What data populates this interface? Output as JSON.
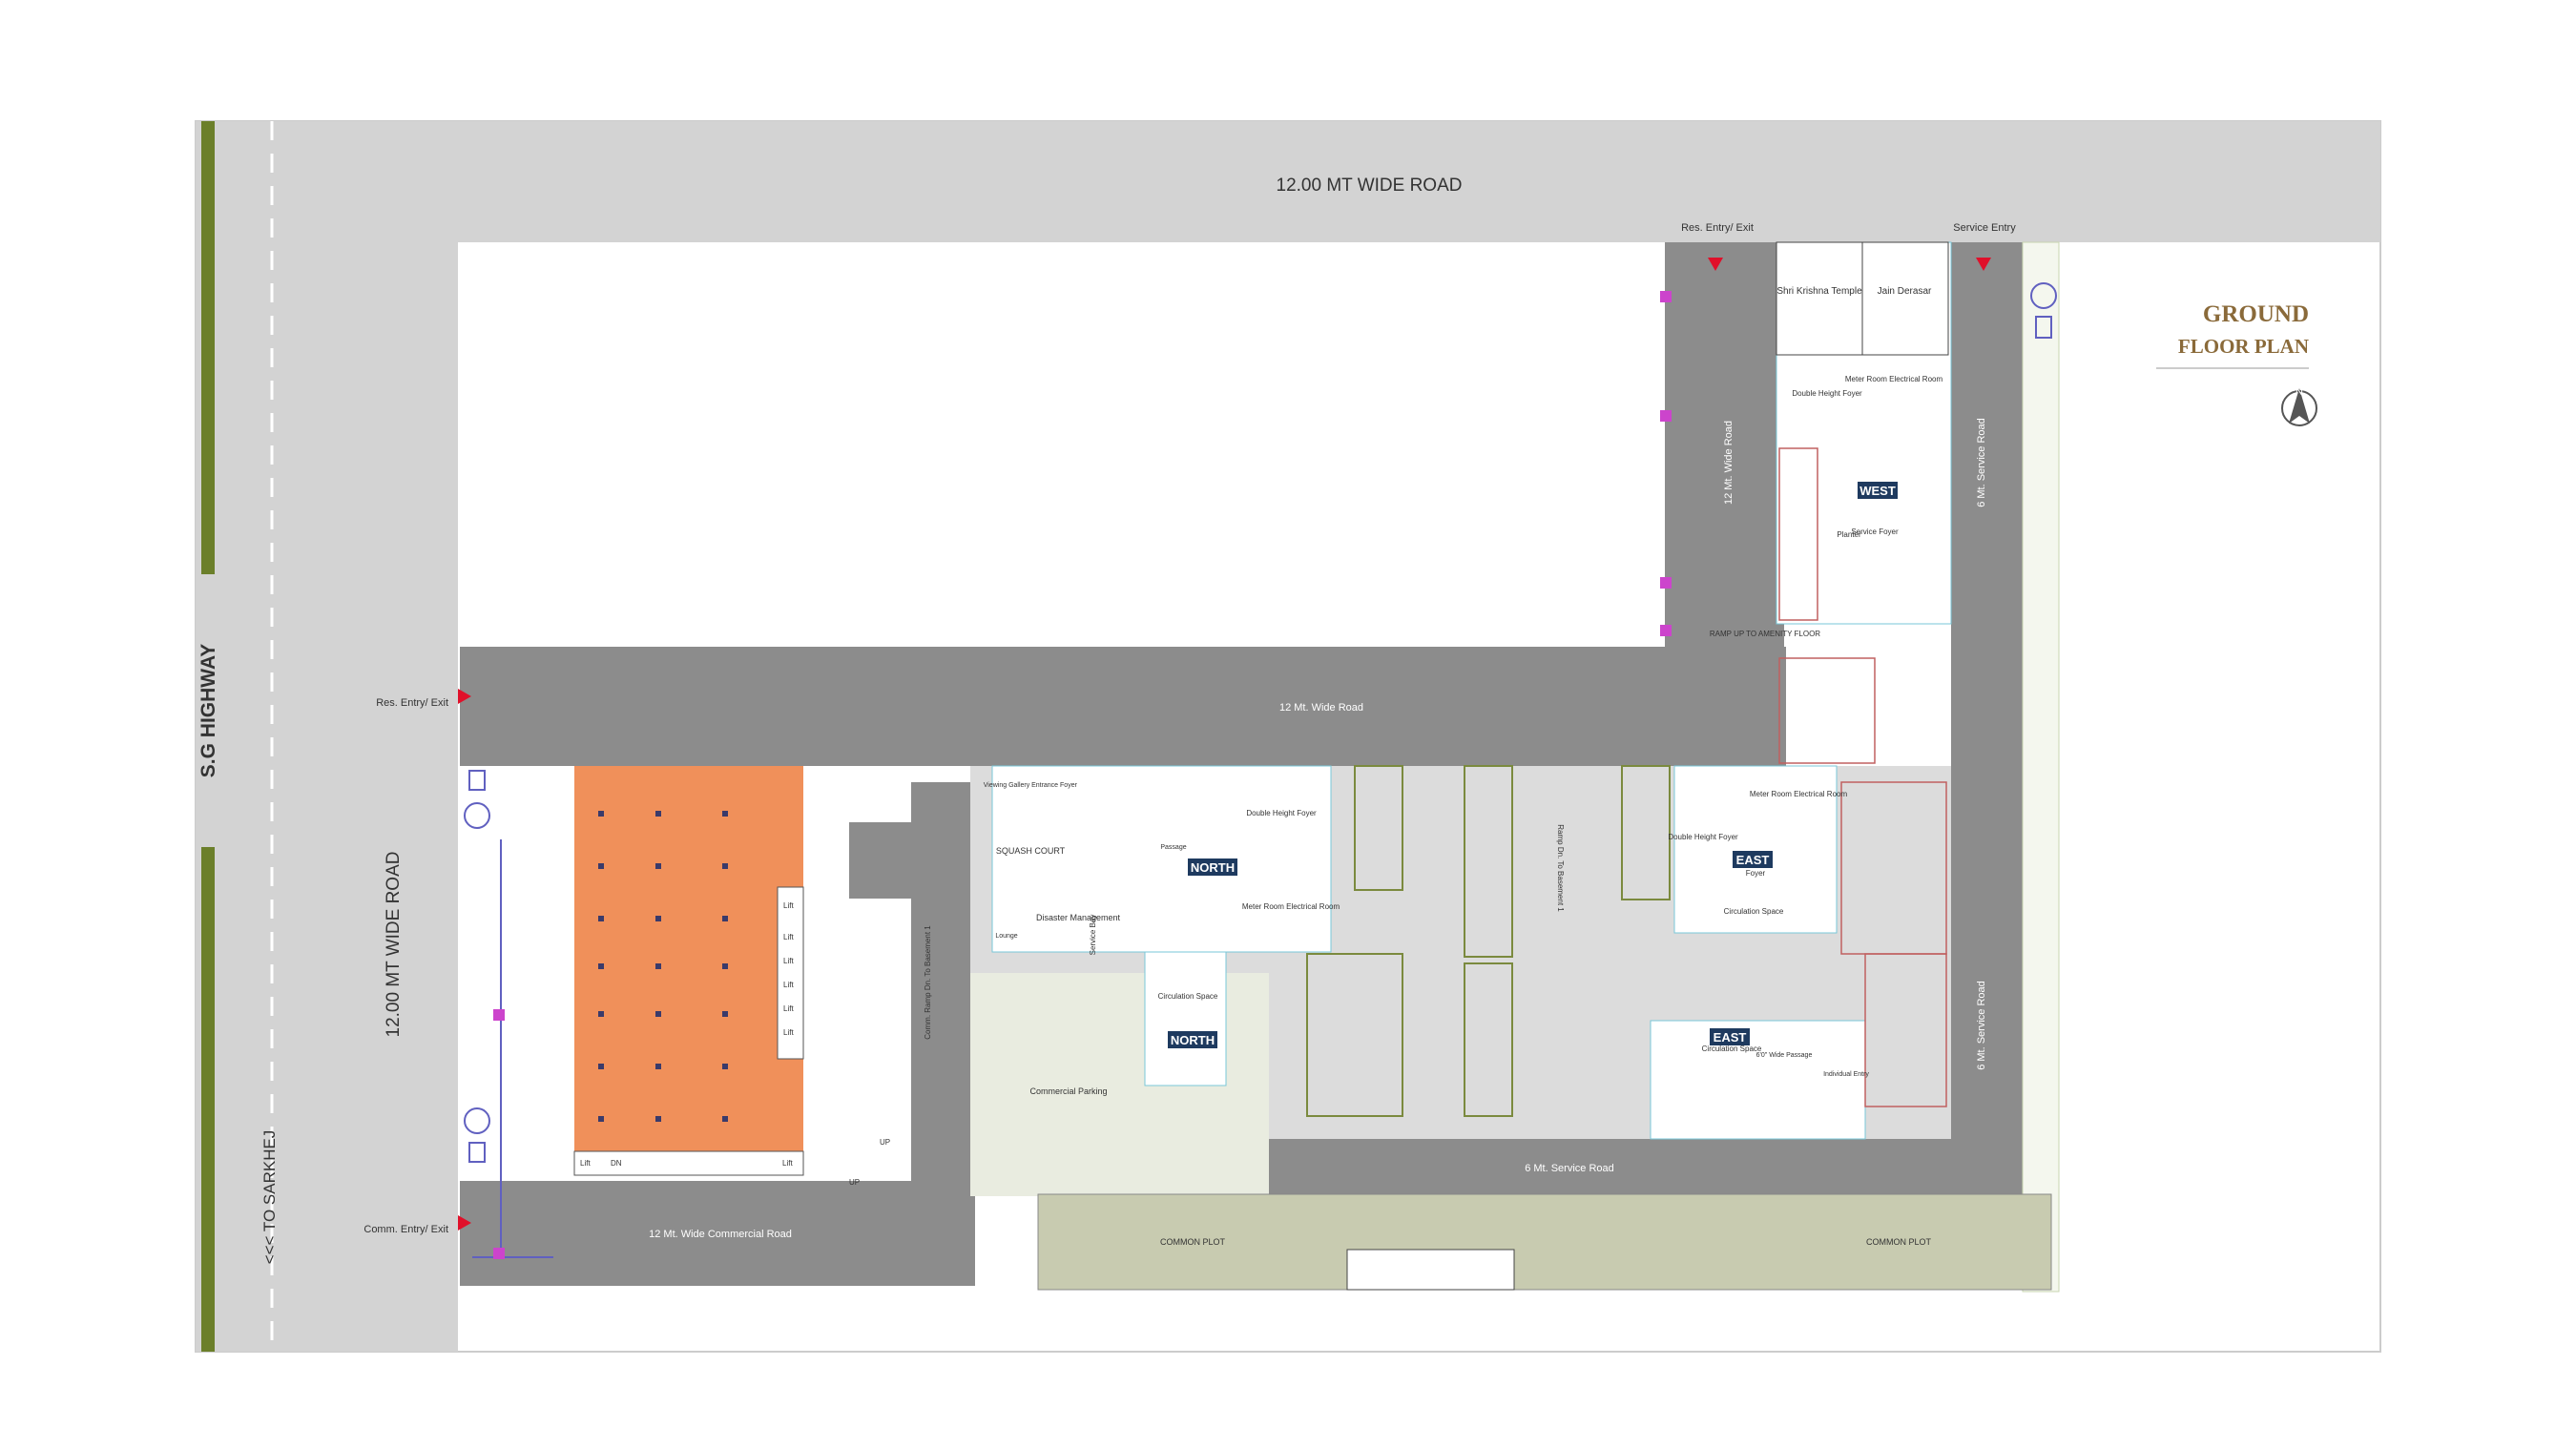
{
  "roads": {
    "top": "12.00 MT WIDE ROAD",
    "left": "12.00 MT WIDE ROAD",
    "highway": "S.G HIGHWAY",
    "sarkhej": "<<< TO SARKHEJ",
    "inner_mid": "12 Mt. Wide Road",
    "inner_vertical": "12 Mt. Wide Road",
    "service_right_top": "6 Mt. Service Road",
    "service_right_bottom": "6 Mt. Service Road",
    "service_bottom": "6 Mt. Service Road",
    "commercial": "12 Mt. Wide Commercial Road"
  },
  "entries": {
    "res_top": "Res. Entry/ Exit",
    "service_top": "Service Entry",
    "res_left": "Res. Entry/ Exit",
    "comm_left": "Comm. Entry/ Exit"
  },
  "title": {
    "line1": "GROUND",
    "line2": "FLOOR PLAN",
    "north": "N"
  },
  "towers": {
    "west": "WEST",
    "north_upper": "NORTH",
    "north_lower": "NORTH",
    "east_upper": "EAST",
    "east_lower": "EAST"
  },
  "rooms": {
    "temple": "Shri Krishna Temple",
    "derasar": "Jain Derasar",
    "meter_west": "Meter Room Electrical Room",
    "dh_foyer_west": "Double Height Foyer",
    "foyer": "Foyer",
    "service_foyer": "Service Foyer",
    "planter": "Planter",
    "ramp_amenity": "RAMP UP TO AMENITY FLOOR",
    "squash": "SQUASH COURT",
    "viewing": "Viewing Gallery",
    "entrance_foyer": "Entrance Foyer",
    "disaster": "Disaster Management",
    "lounge": "Lounge",
    "service_bay": "Service Bay",
    "meter_north": "Meter Room Electrical Room",
    "dh_foyer_north": "Double Height Foyer",
    "circulation": "Circulation Space",
    "commercial_parking": "Commercial Parking",
    "meter_east": "Meter Room Electrical Room",
    "dh_foyer_east": "Double Height Foyer",
    "circ_east": "Circulation Space",
    "circ_east2": "Circulation Space",
    "ramp_basement": "Ramp Dn. To Basement 1",
    "comm_ramp": "Comm. Ramp Dn. To Basement 1",
    "common_plot_left": "COMMON PLOT",
    "common_plot_right": "COMMON PLOT",
    "lift": "Lift",
    "up": "UP",
    "dn": "DN",
    "passage": "Passage",
    "wide_passage": "6'0\" Wide Passage",
    "individual_entry": "Individual Entry"
  },
  "colors": {
    "road": "#8c8c8c",
    "road_light": "#d3d3d3",
    "commercial": "#f0905a",
    "common_plot": "#c8cbb0",
    "green_strip": "#6b7f2a",
    "accent_red": "#e0102a",
    "tower_tag": "#1e3a5f"
  }
}
